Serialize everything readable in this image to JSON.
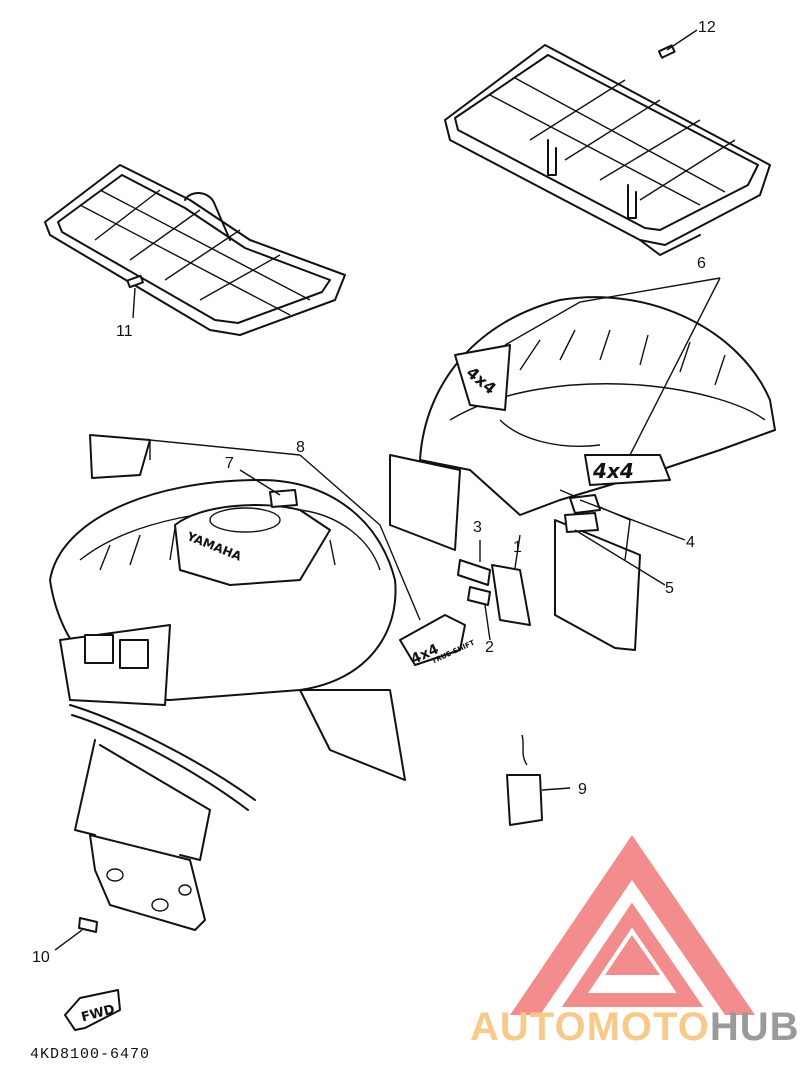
{
  "diagram": {
    "part_code": "4KD8100-6470",
    "callouts": [
      {
        "id": "c1",
        "label": "1"
      },
      {
        "id": "c2",
        "label": "2"
      },
      {
        "id": "c3",
        "label": "3"
      },
      {
        "id": "c4",
        "label": "4"
      },
      {
        "id": "c5",
        "label": "5"
      },
      {
        "id": "c6",
        "label": "6"
      },
      {
        "id": "c7",
        "label": "7"
      },
      {
        "id": "c8",
        "label": "8"
      },
      {
        "id": "c9",
        "label": "9"
      },
      {
        "id": "c10",
        "label": "10"
      },
      {
        "id": "c11",
        "label": "11"
      },
      {
        "id": "c12",
        "label": "12"
      }
    ],
    "decals": {
      "fender_4x4_rear": "4x4",
      "fender_4x4_side": "4x4",
      "tank_brand": "YAMAHA",
      "front_decal": "4x4",
      "front_decal_sub": "TRUE·SHIFT",
      "arrow_label": "FWD"
    }
  },
  "watermark": {
    "word_part1": "AUTO",
    "word_part2": "MOTO",
    "word_part3": "HUB",
    "color_triangle": "#f27a7a",
    "color_text": "#f7c98a",
    "color_hub": "#9a9a9a"
  }
}
